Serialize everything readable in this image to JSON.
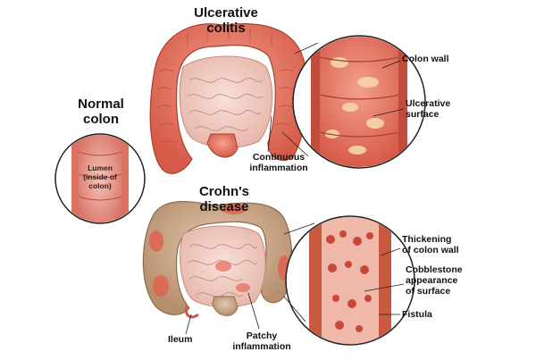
{
  "titles": {
    "ulcerative_colitis": "Ulcerative\ncolitis",
    "normal_colon": "Normal\ncolon",
    "crohns_disease": "Crohn's\ndisease"
  },
  "labels": {
    "colon_wall": "Colon wall",
    "ulcerative_surface": "Ulcerative\nsurface",
    "continuous_inflammation": "Continuous\ninflammation",
    "lumen": "Lumen\n(inside of\ncolon)",
    "thickening": "Thickening\nof colon wall",
    "cobblestone": "Cobblestone\nappearance\nof surface",
    "fistula": "Fistula",
    "ileum": "Ileum",
    "patchy_inflammation": "Patchy\ninflammation"
  },
  "colors": {
    "colon_red": "#e0705c",
    "colon_tan": "#c9a98a",
    "small_intestine": "#f2cfc6",
    "lumen_pink": "#f0a89a"
  }
}
